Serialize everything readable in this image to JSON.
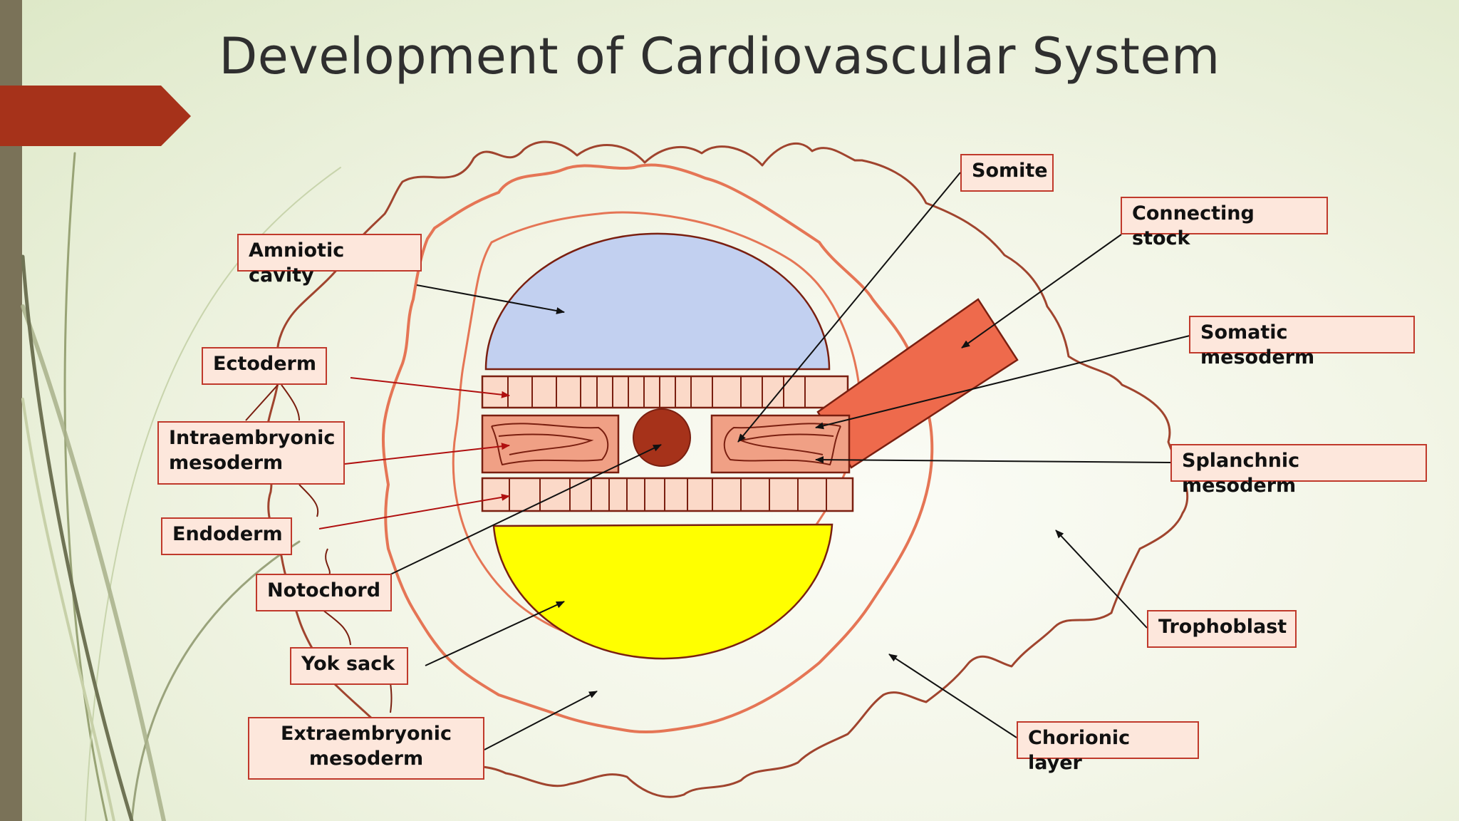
{
  "slide": {
    "title": "Development of Cardiovascular System"
  },
  "labels": {
    "amniotic_cavity": "Amniotic cavity",
    "ectoderm": "Ectoderm",
    "intraembryonic_mesoderm": "Intraembryonic\nmesoderm",
    "endoderm": "Endoderm",
    "notochord": "Notochord",
    "yolk_sac": "Yok sack",
    "extraembryonic_mesoderm": "Extraembryonic\nmesoderm",
    "somite": "Somite",
    "connecting_stalk": "Connecting stock",
    "somatic_mesoderm": "Somatic mesoderm",
    "splanchnic_mesoderm": "Splanchnic mesoderm",
    "trophoblast": "Trophoblast",
    "chorionic_layer": "Chorionic layer"
  },
  "colors": {
    "accent_bar": "#a6321a",
    "amniotic_cavity": "#c2d0f0",
    "yolk_sac": "#ffff00",
    "germ_layer": "#fbd9c8",
    "mesoderm": "#f0a085",
    "notochord": "#a6321a",
    "connecting_stalk": "#ee6a4c",
    "chorion_outline": "#e57555",
    "trophoblast_outline": "#a0442e"
  }
}
